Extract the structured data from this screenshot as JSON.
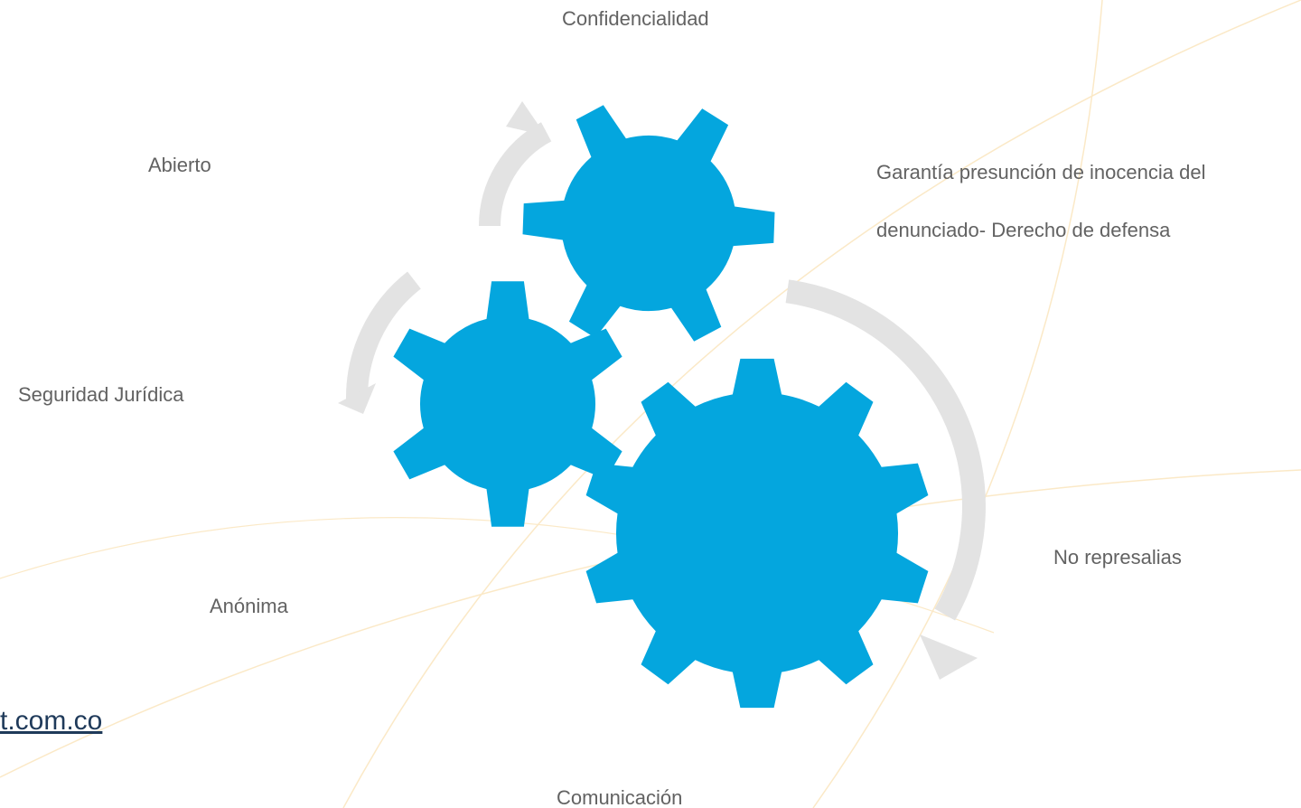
{
  "colors": {
    "gear": "#04a6de",
    "arrow": "#e3e3e3",
    "label_text": "#626262",
    "link_text": "#1f3a5a",
    "background_curve": "#fbe9c7"
  },
  "labels": {
    "confidencialidad": "Confidencialidad",
    "abierto": "Abierto",
    "garantia_line1": "Garantía presunción de inocencia del",
    "garantia_line2": "denunciado- Derecho de defensa",
    "seguridad": "Seguridad Jurídica",
    "no_represalias": "No represalias",
    "anonima": "Anónima",
    "comunicacion": "Comunicación"
  },
  "link": {
    "text": "t.com.co"
  },
  "icons": {
    "gear_top": "gear-icon",
    "gear_left": "gear-icon",
    "gear_big": "gear-icon",
    "arrow_top": "curved-arrow-icon",
    "arrow_left": "curved-arrow-icon",
    "arrow_right": "curved-arrow-icon"
  }
}
